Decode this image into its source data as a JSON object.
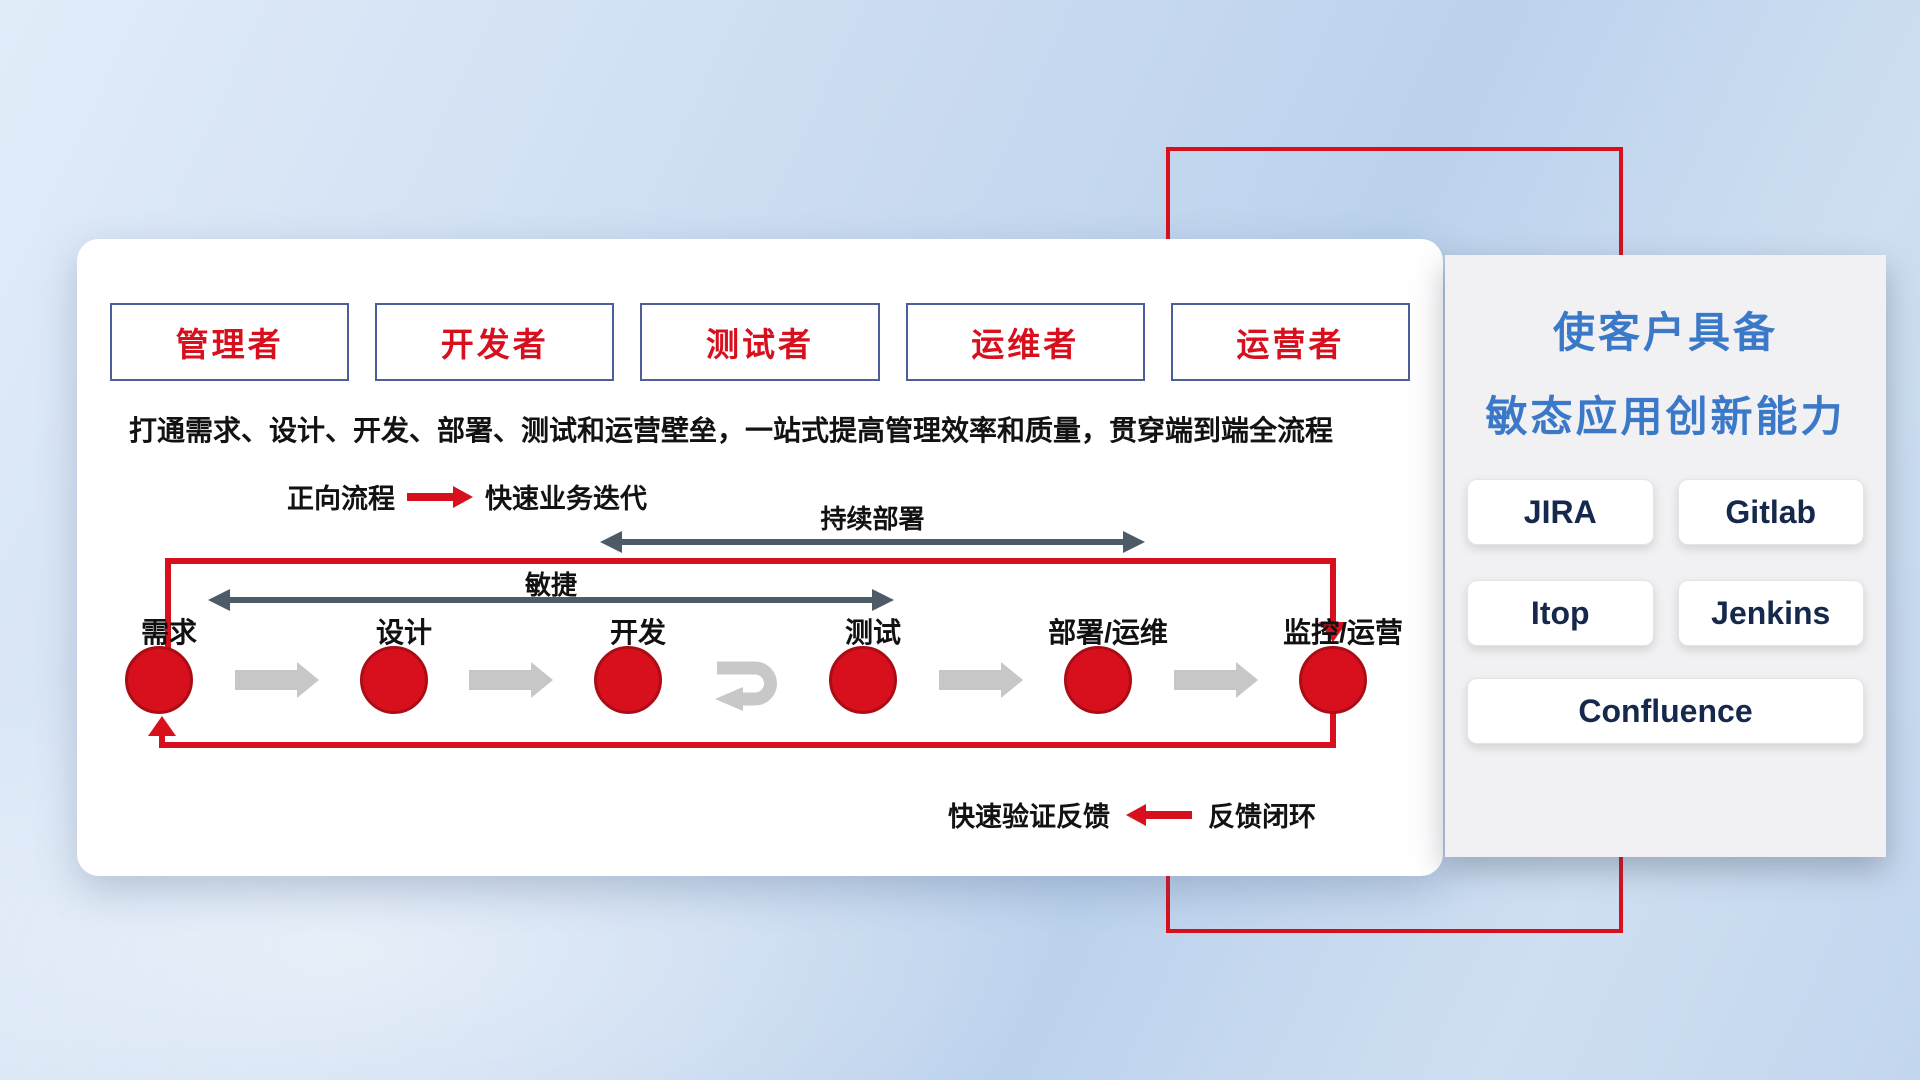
{
  "roles": [
    {
      "label": "管理者"
    },
    {
      "label": "开发者"
    },
    {
      "label": "测试者"
    },
    {
      "label": "运维者"
    },
    {
      "label": "运营者"
    }
  ],
  "subtitle": "打通需求、设计、开发、部署、测试和运营壁垒，一站式提高管理效率和质量，贯穿端到端全流程",
  "legends": {
    "forward_label": "正向流程",
    "forward_desc": "快速业务迭代",
    "feedback_desc": "快速验证反馈",
    "feedback_label": "反馈闭环"
  },
  "flow": {
    "agile_label": "敏捷",
    "cd_label": "持续部署",
    "stages": [
      {
        "label": "需求"
      },
      {
        "label": "设计"
      },
      {
        "label": "开发"
      },
      {
        "label": "测试"
      },
      {
        "label": "部署/运维"
      },
      {
        "label": "监控/运营"
      }
    ]
  },
  "side_panel": {
    "title_line1": "使客户具备",
    "title_line2": "敏态应用创新能力",
    "tools": [
      {
        "name": "JIRA"
      },
      {
        "name": "Gitlab"
      },
      {
        "name": "Itop"
      },
      {
        "name": "Jenkins"
      },
      {
        "name": "Confluence"
      }
    ]
  },
  "colors": {
    "accent_red": "#d8101e",
    "title_blue": "#3b79c8",
    "dark_arrow": "#4d5a68",
    "gray_arrow": "#c7c7c7"
  }
}
